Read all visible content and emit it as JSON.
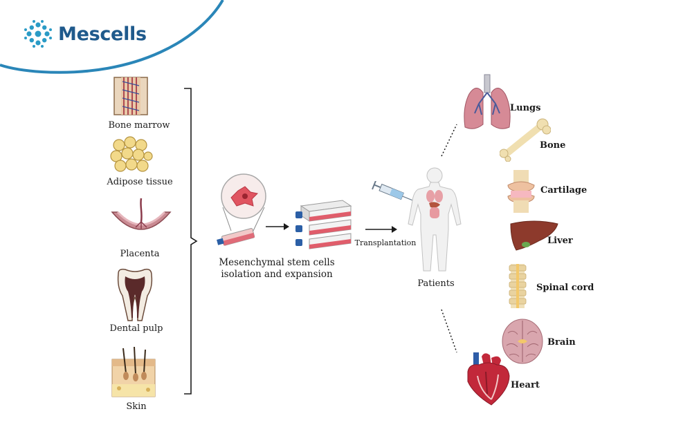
{
  "brand": {
    "name": "Mescells",
    "accent": "#2a8fbf"
  },
  "sources": [
    {
      "label": "Bone marrow",
      "icon": "bone-marrow-icon"
    },
    {
      "label": "Adipose tissue",
      "icon": "adipose-tissue-icon"
    },
    {
      "label": "Placenta",
      "icon": "placenta-icon"
    },
    {
      "label": "Dental pulp",
      "icon": "tooth-icon"
    },
    {
      "label": "Skin",
      "icon": "skin-icon"
    }
  ],
  "process": {
    "line1": "Mesenchymal stem cells",
    "line2": "isolation and expansion",
    "icons": [
      "stem-cell-icon",
      "culture-flask-icon"
    ]
  },
  "transplant": {
    "label": "Transplantation",
    "icon": "syringe-icon"
  },
  "patient": {
    "label": "Patients",
    "icon": "human-body-icon"
  },
  "organs": [
    {
      "label": "Lungs",
      "icon": "lungs-icon"
    },
    {
      "label": "Bone",
      "icon": "bone-icon"
    },
    {
      "label": "Cartilage",
      "icon": "knee-joint-icon"
    },
    {
      "label": "Liver",
      "icon": "liver-icon"
    },
    {
      "label": "Spinal cord",
      "icon": "spine-icon"
    },
    {
      "label": "Brain",
      "icon": "brain-icon"
    },
    {
      "label": "Heart",
      "icon": "heart-icon"
    }
  ]
}
